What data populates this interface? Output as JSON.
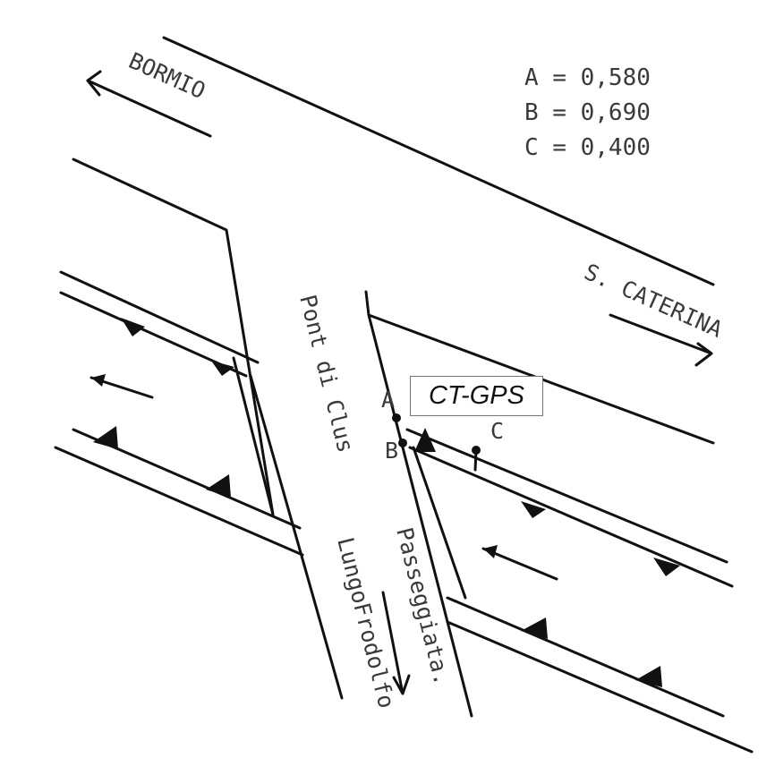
{
  "labels": {
    "bormio": "BORMIO",
    "caterina": "S. CATERINA",
    "bridge": "Pont di Clus",
    "walkway": "Passeggiata.",
    "riverbank": "LungoFrodolfo",
    "point_a": "A",
    "point_b": "B",
    "point_c": "C",
    "station": "CT-GPS"
  },
  "measurements": [
    {
      "name": "A",
      "text": "A = 0,580",
      "value": 0.58
    },
    {
      "name": "B",
      "text": "B = 0,690",
      "value": 0.69
    },
    {
      "name": "C",
      "text": "C = 0,400",
      "value": 0.4
    }
  ],
  "colors": {
    "ink": "#111111",
    "label": "#3a3a3a",
    "box_border": "#777777"
  }
}
